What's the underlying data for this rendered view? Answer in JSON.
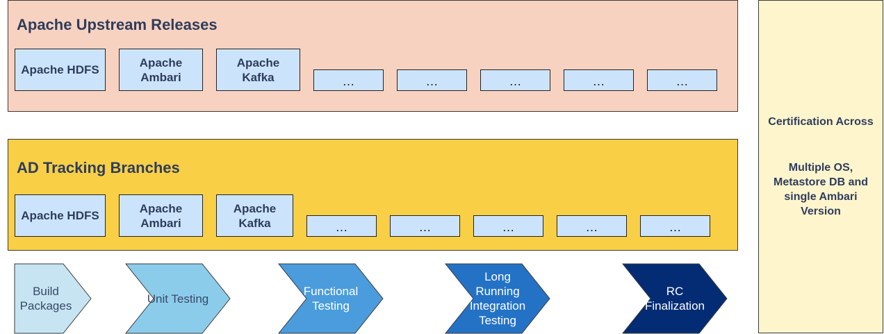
{
  "upstream": {
    "title": "Apache Upstream Releases",
    "boxes": [
      "Apache HDFS",
      "Apache\nAmbari",
      "Apache\nKafka",
      "…",
      "…",
      "…",
      "…",
      "…"
    ]
  },
  "tracking": {
    "title": "AD Tracking Branches",
    "boxes": [
      "Apache HDFS",
      "Apache\nAmbari",
      "Apache\nKafka",
      "…",
      "…",
      "…",
      "…",
      "…"
    ]
  },
  "pipeline": {
    "stages": [
      {
        "label": "Build\nPackages",
        "fill": "#c7e4f3",
        "text_color": "#3a4a66"
      },
      {
        "label": "Unit Testing",
        "fill": "#8ccceb",
        "text_color": "#3a4a66"
      },
      {
        "label": "Functional\nTesting",
        "fill": "#4a9cdc",
        "text_color": "#ffffff"
      },
      {
        "label": "Long\nRunning\nIntegration\nTesting",
        "fill": "#2372c6",
        "text_color": "#ffffff"
      },
      {
        "label": "RC\nFinalization",
        "fill": "#032c74",
        "text_color": "#ffffff"
      }
    ]
  },
  "certification": {
    "line1": "Certification Across",
    "line2": "Multiple OS,\nMetastore DB and\nsingle Ambari\nVersion"
  },
  "colors": {
    "upstream_bg": "#f8d2c0",
    "tracking_bg": "#f9cf46",
    "cert_bg": "#fff5cd",
    "box_bg": "#cce4fb",
    "title_text": "#2e3d5c"
  }
}
